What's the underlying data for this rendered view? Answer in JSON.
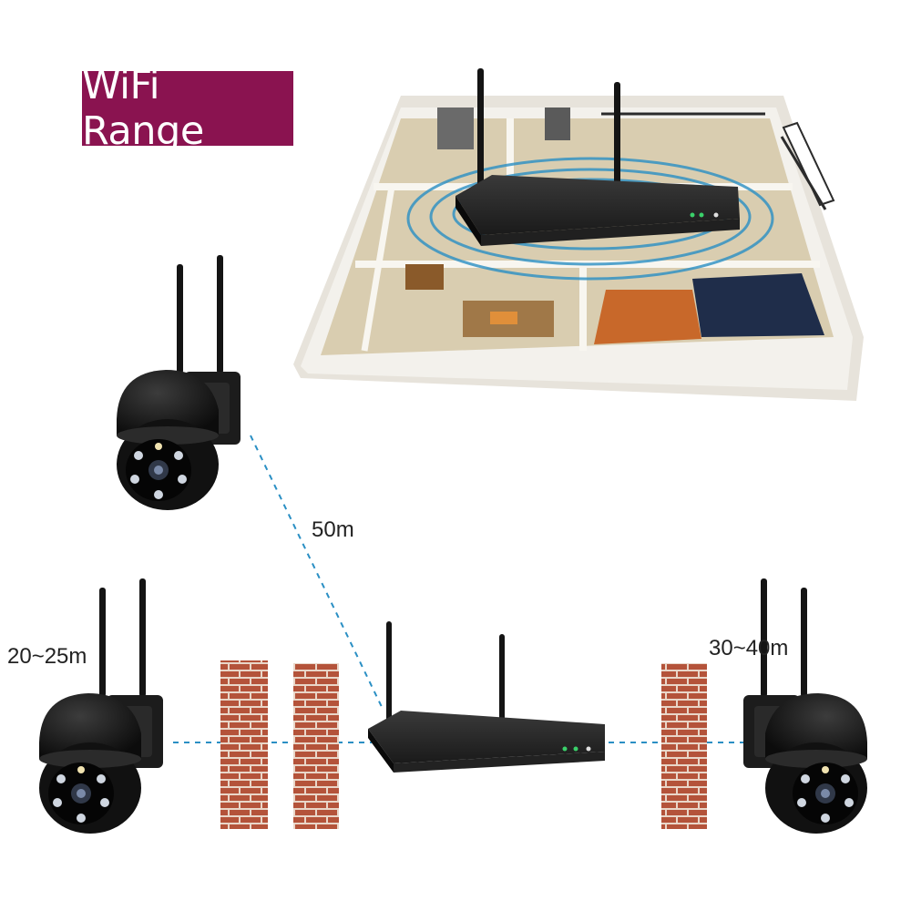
{
  "title": "WiFi Range",
  "distances": {
    "upper_camera": "50m",
    "left_camera": "20~25m",
    "right_camera": "30~40m"
  },
  "colors": {
    "title_background": "#8a1350",
    "title_text": "#ffffff",
    "link_line": "#2a8fc4",
    "brick": "#b4533a",
    "mortar": "#e9d6c8",
    "device": "#141414",
    "floor_wall": "#f3f1ec",
    "wifi_wave": "#2a8fc4"
  },
  "icons": {
    "camera": "ptz-camera-icon",
    "recorder": "nvr-recorder-icon",
    "wall": "brick-wall-icon"
  }
}
